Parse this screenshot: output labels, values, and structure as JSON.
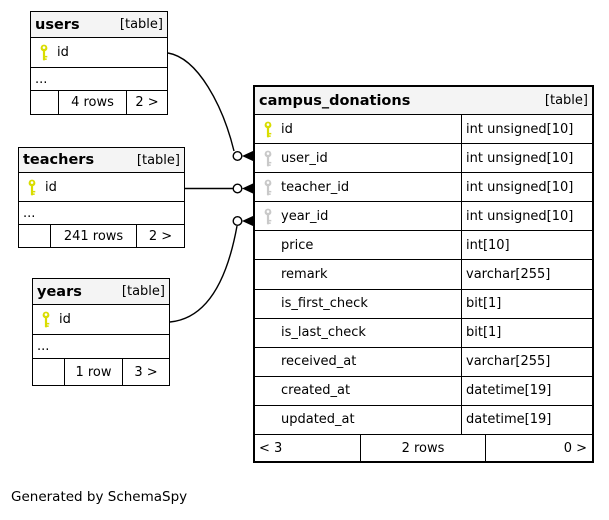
{
  "page": {
    "footer_note": "Generated by SchemaSpy"
  },
  "colors": {
    "pk_key": "#d9dd00",
    "fk_key": "#c9c9c9",
    "header_bg": "#f4f4f4",
    "border": "#000000"
  },
  "icons": {
    "primary_key": "key-icon (yellow)",
    "foreign_key": "key-icon (gray)",
    "arrowhead": "left-pointing-filled-arrow",
    "cardinality": "open-circle"
  },
  "tables": {
    "users": {
      "name": "users",
      "tag": "[table]",
      "ellipsis": "...",
      "columns": [
        {
          "name": "id",
          "key": "pk"
        }
      ],
      "footer": {
        "left": "",
        "center": "4 rows",
        "right": "2 >"
      }
    },
    "teachers": {
      "name": "teachers",
      "tag": "[table]",
      "ellipsis": "...",
      "columns": [
        {
          "name": "id",
          "key": "pk"
        }
      ],
      "footer": {
        "left": "",
        "center": "241 rows",
        "right": "2 >"
      }
    },
    "years": {
      "name": "years",
      "tag": "[table]",
      "ellipsis": "...",
      "columns": [
        {
          "name": "id",
          "key": "pk"
        }
      ],
      "footer": {
        "left": "",
        "center": "1 row",
        "right": "3 >"
      }
    },
    "campus_donations": {
      "name": "campus_donations",
      "tag": "[table]",
      "columns": [
        {
          "name": "id",
          "type": "int unsigned[10]",
          "key": "pk"
        },
        {
          "name": "user_id",
          "type": "int unsigned[10]",
          "key": "fk"
        },
        {
          "name": "teacher_id",
          "type": "int unsigned[10]",
          "key": "fk"
        },
        {
          "name": "year_id",
          "type": "int unsigned[10]",
          "key": "fk"
        },
        {
          "name": "price",
          "type": "int[10]",
          "key": ""
        },
        {
          "name": "remark",
          "type": "varchar[255]",
          "key": ""
        },
        {
          "name": "is_first_check",
          "type": "bit[1]",
          "key": ""
        },
        {
          "name": "is_last_check",
          "type": "bit[1]",
          "key": ""
        },
        {
          "name": "received_at",
          "type": "varchar[255]",
          "key": ""
        },
        {
          "name": "created_at",
          "type": "datetime[19]",
          "key": ""
        },
        {
          "name": "updated_at",
          "type": "datetime[19]",
          "key": ""
        }
      ],
      "footer": {
        "left": "< 3",
        "center": "2 rows",
        "right": "0 >"
      }
    }
  },
  "relationships": [
    {
      "from": "users.id",
      "to": "campus_donations.user_id"
    },
    {
      "from": "teachers.id",
      "to": "campus_donations.teacher_id"
    },
    {
      "from": "years.id",
      "to": "campus_donations.year_id"
    }
  ]
}
